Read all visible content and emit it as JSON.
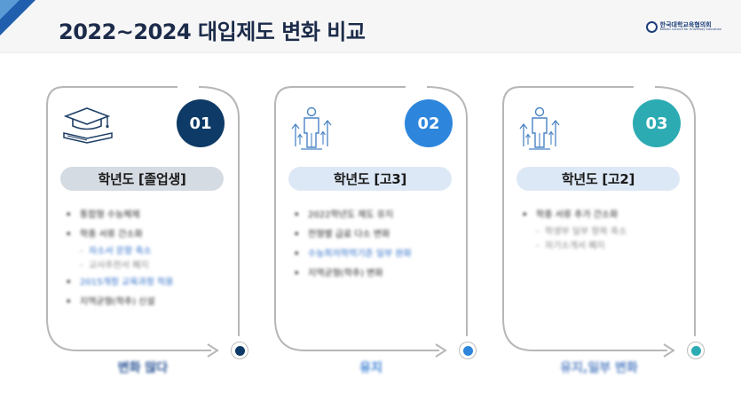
{
  "page": {
    "title": "2022~2024 대입제도 변화 비교"
  },
  "logo": {
    "name_kr": "한국대학교육협의회",
    "name_en": "Korean Council for University Education"
  },
  "cards": [
    {
      "number": "01",
      "icon": "graduation-cap-icon",
      "heading": "학년도 [졸업생]",
      "accent": "#0d3a66",
      "items": [
        {
          "type": "bullet",
          "text": "통합형 수능체제",
          "highlight": false
        },
        {
          "type": "bullet",
          "text": "학종 서류 간소화",
          "highlight": false
        },
        {
          "type": "sub",
          "text": "자소서 문항 축소",
          "highlight": true
        },
        {
          "type": "sub",
          "text": "교사추천서 폐지",
          "highlight": false
        },
        {
          "type": "bullet",
          "text": "2015개정 교육과정 적용",
          "highlight": true
        },
        {
          "type": "bullet",
          "text": "지역균형(학추) 신설",
          "highlight": false
        }
      ],
      "footer": "변화 많다",
      "footer_color": "#2e5796"
    },
    {
      "number": "02",
      "icon": "person-growth-icon",
      "heading": "학년도 [고3]",
      "accent": "#2d86dc",
      "items": [
        {
          "type": "bullet",
          "text": "2022학년도 제도 유지",
          "highlight": false
        },
        {
          "type": "bullet",
          "text": "전형별 급료 다소 변화",
          "highlight": false
        },
        {
          "type": "bullet",
          "text": "수능최저학력기준 일부 완화",
          "highlight": true
        },
        {
          "type": "bullet",
          "text": "지역균형(학추) 변화",
          "highlight": false
        }
      ],
      "footer": "유지",
      "footer_color": "#3b7fd2"
    },
    {
      "number": "03",
      "icon": "person-growth-icon",
      "heading": "학년도 [고2]",
      "accent": "#2cabb3",
      "items": [
        {
          "type": "bullet",
          "text": "학종 서류 추가 간소화",
          "highlight": false
        },
        {
          "type": "sub",
          "text": "학생부 일부 항목 축소",
          "highlight": false
        },
        {
          "type": "sub",
          "text": "자기소개서 폐지",
          "highlight": false
        }
      ],
      "footer": "유지,일부 변화",
      "footer_color": "#5d86c6"
    }
  ]
}
